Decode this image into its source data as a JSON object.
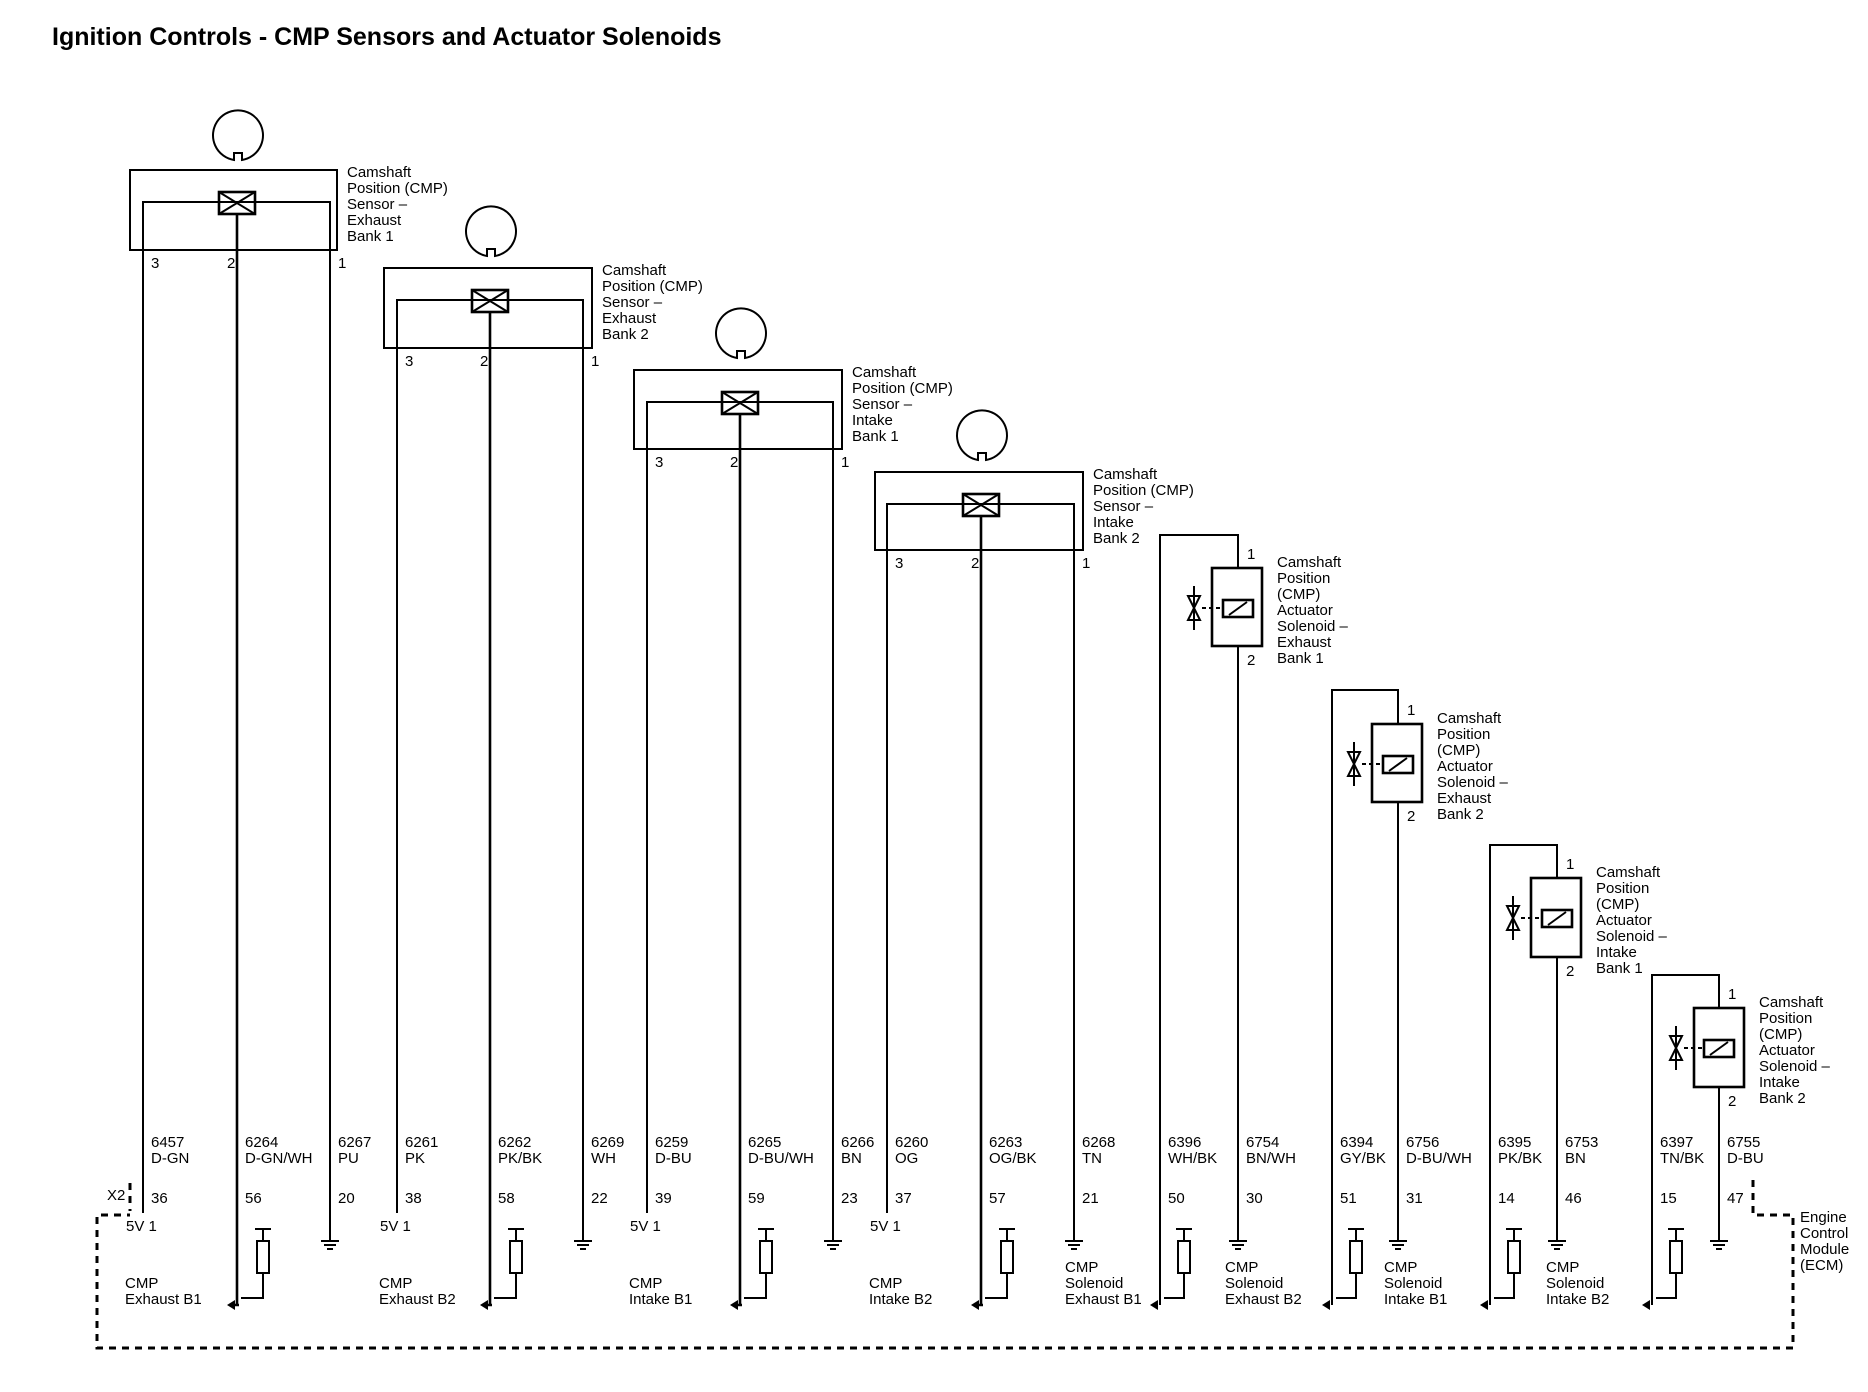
{
  "title": "Ignition Controls - CMP Sensors and Actuator Solenoids",
  "connector": "X2",
  "module_label": [
    "Engine",
    "Control",
    "Module",
    "(ECM)"
  ],
  "ref_label": "5V 1",
  "sensors": [
    {
      "label": [
        "Camshaft",
        "Position (CMP)",
        "Sensor –",
        "Exhaust",
        "Bank 1"
      ],
      "pins": [
        "3",
        "2",
        "1"
      ],
      "wires": [
        {
          "circuit": "6457",
          "color": "D-GN",
          "ecm_pin": "36"
        },
        {
          "circuit": "6264",
          "color": "D-GN/WH",
          "ecm_pin": "56"
        },
        {
          "circuit": "6267",
          "color": "PU",
          "ecm_pin": "20"
        }
      ],
      "ecm_label": [
        "CMP",
        "Exhaust B1"
      ]
    },
    {
      "label": [
        "Camshaft",
        "Position (CMP)",
        "Sensor –",
        "Exhaust",
        "Bank 2"
      ],
      "pins": [
        "3",
        "2",
        "1"
      ],
      "wires": [
        {
          "circuit": "6261",
          "color": "PK",
          "ecm_pin": "38"
        },
        {
          "circuit": "6262",
          "color": "PK/BK",
          "ecm_pin": "58"
        },
        {
          "circuit": "6269",
          "color": "WH",
          "ecm_pin": "22"
        }
      ],
      "ecm_label": [
        "CMP",
        "Exhaust B2"
      ]
    },
    {
      "label": [
        "Camshaft",
        "Position (CMP)",
        "Sensor –",
        "Intake",
        "Bank 1"
      ],
      "pins": [
        "3",
        "2",
        "1"
      ],
      "wires": [
        {
          "circuit": "6259",
          "color": "D-BU",
          "ecm_pin": "39"
        },
        {
          "circuit": "6265",
          "color": "D-BU/WH",
          "ecm_pin": "59"
        },
        {
          "circuit": "6266",
          "color": "BN",
          "ecm_pin": "23"
        }
      ],
      "ecm_label": [
        "CMP",
        "Intake B1"
      ]
    },
    {
      "label": [
        "Camshaft",
        "Position (CMP)",
        "Sensor –",
        "Intake",
        "Bank 2"
      ],
      "pins": [
        "3",
        "2",
        "1"
      ],
      "wires": [
        {
          "circuit": "6260",
          "color": "OG",
          "ecm_pin": "37"
        },
        {
          "circuit": "6263",
          "color": "OG/BK",
          "ecm_pin": "57"
        },
        {
          "circuit": "6268",
          "color": "TN",
          "ecm_pin": "21"
        }
      ],
      "ecm_label": [
        "CMP",
        "Intake B2"
      ]
    }
  ],
  "solenoids": [
    {
      "label": [
        "Camshaft",
        "Position",
        "(CMP)",
        "Actuator",
        "Solenoid –",
        "Exhaust",
        "Bank 1"
      ],
      "pins": [
        "1",
        "2"
      ],
      "wires": [
        {
          "circuit": "6396",
          "color": "WH/BK",
          "ecm_pin": "50"
        },
        {
          "circuit": "6754",
          "color": "BN/WH",
          "ecm_pin": "30"
        }
      ],
      "ecm_label": [
        "CMP",
        "Solenoid",
        "Exhaust B1"
      ]
    },
    {
      "label": [
        "Camshaft",
        "Position",
        "(CMP)",
        "Actuator",
        "Solenoid –",
        "Exhaust",
        "Bank 2"
      ],
      "pins": [
        "1",
        "2"
      ],
      "wires": [
        {
          "circuit": "6394",
          "color": "GY/BK",
          "ecm_pin": "51"
        },
        {
          "circuit": "6756",
          "color": "D-BU/WH",
          "ecm_pin": "31"
        }
      ],
      "ecm_label": [
        "CMP",
        "Solenoid",
        "Exhaust B2"
      ]
    },
    {
      "label": [
        "Camshaft",
        "Position",
        "(CMP)",
        "Actuator",
        "Solenoid –",
        "Intake",
        "Bank 1"
      ],
      "pins": [
        "1",
        "2"
      ],
      "wires": [
        {
          "circuit": "6395",
          "color": "PK/BK",
          "ecm_pin": "14"
        },
        {
          "circuit": "6753",
          "color": "BN",
          "ecm_pin": "46"
        }
      ],
      "ecm_label": [
        "CMP",
        "Solenoid",
        "Intake B1"
      ]
    },
    {
      "label": [
        "Camshaft",
        "Position",
        "(CMP)",
        "Actuator",
        "Solenoid –",
        "Intake",
        "Bank 2"
      ],
      "pins": [
        "1",
        "2"
      ],
      "wires": [
        {
          "circuit": "6397",
          "color": "TN/BK",
          "ecm_pin": "15"
        },
        {
          "circuit": "6755",
          "color": "D-BU",
          "ecm_pin": "47"
        }
      ],
      "ecm_label": [
        "CMP",
        "Solenoid",
        "Intake B2"
      ]
    }
  ]
}
